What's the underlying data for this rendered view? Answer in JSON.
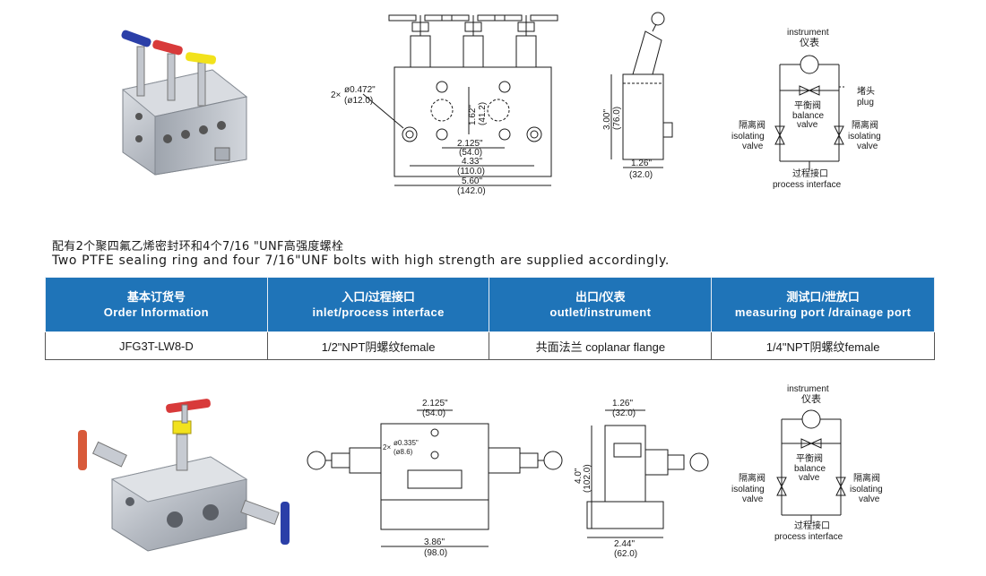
{
  "top_drawings": {
    "front": {
      "thread_note": "2×",
      "hole_in": "ø0.472\"",
      "hole_mm": "(ø12.0)",
      "v_in": "1.62\"",
      "v_mm": "(41.2)",
      "d1_in": "2.125\"",
      "d1_mm": "(54.0)",
      "d2_in": "4.33\"",
      "d2_mm": "(110.0)",
      "d3_in": "5.60\"",
      "d3_mm": "(142.0)"
    },
    "side": {
      "h_in": "3.00\"",
      "h_mm": "(76.0)",
      "w_in": "1.26\"",
      "w_mm": "(32.0)"
    },
    "schematic": {
      "instrument_en": "instrument",
      "instrument_cn": "仪表",
      "plug_cn": "堵头",
      "plug_en": "plug",
      "balance_cn": "平衡阀",
      "balance_en1": "balance",
      "balance_en2": "valve",
      "iso_cn": "隔离阀",
      "iso_en1": "isolating",
      "iso_en2": "valve",
      "process_cn": "过程接口",
      "process_en": "process  interface"
    }
  },
  "notes": {
    "cn": "配有2个聚四氟乙烯密封环和4个7/16 \"UNF高强度螺栓",
    "en": "Two PTFE sealing ring and four 7/16\"UNF bolts with high strength are supplied  accordingly."
  },
  "table": {
    "headers": [
      {
        "cn": "基本订货号",
        "en": "Order Information"
      },
      {
        "cn": "入口/过程接口",
        "en": "inlet/process interface"
      },
      {
        "cn": "出口/仪表",
        "en": "outlet/instrument"
      },
      {
        "cn": "测试口/泄放口",
        "en": "measuring port /drainage port"
      }
    ],
    "row": [
      "JFG3T-LW8-D",
      "1/2\"NPT阴螺纹female",
      "共面法兰 coplanar flange",
      "1/4\"NPT阴螺纹female"
    ]
  },
  "bottom_drawings": {
    "front": {
      "top_in": "2.125\"",
      "top_mm": "(54.0)",
      "thread_note": "2×",
      "hole_in": "ø0.335\"",
      "hole_mm": "(ø8.6)",
      "bot_in": "3.86\"",
      "bot_mm": "(98.0)"
    },
    "side": {
      "top_in": "1.26\"",
      "top_mm": "(32.0)",
      "h_in": "4.0\"",
      "h_mm": "(102.0)",
      "bot_in": "2.44\"",
      "bot_mm": "(62.0)"
    },
    "schematic": {
      "instrument_en": "instrument",
      "instrument_cn": "仪表",
      "balance_cn": "平衡阀",
      "balance_en1": "balance",
      "balance_en2": "valve",
      "iso_cn": "隔离阀",
      "iso_en1": "isolating",
      "iso_en2": "valve",
      "process_cn": "过程接口",
      "process_en": "process  interface"
    }
  },
  "colors": {
    "header_blue": "#1f74b8",
    "handle_blue": "#2b3fa8",
    "handle_red": "#d83a3a",
    "handle_yellow": "#f2e21c",
    "steel": "#b9bec6"
  }
}
